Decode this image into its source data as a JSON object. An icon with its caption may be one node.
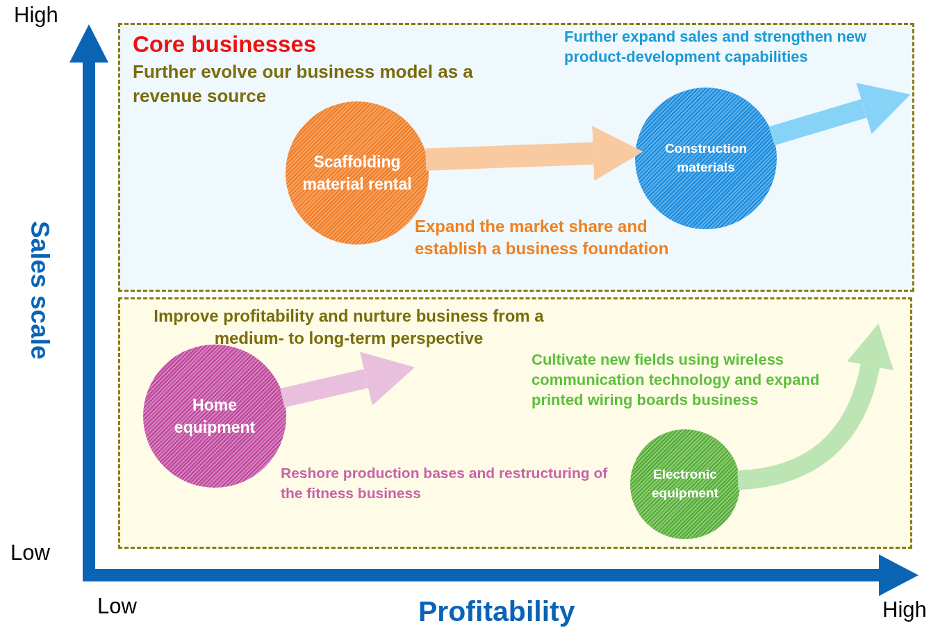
{
  "diagram": {
    "nodes": [
      {
        "text": [
          "Core businesses",
          "Further evolve our business model as a revenue source"
        ]
      },
      {
        "text": [
          "Scaffolding material rental"
        ],
        "in": 0
      },
      {
        "text": [
          "Construction materials"
        ],
        "in": 0
      },
      {
        "text": [
          "Improve profitability and nurture business from a medium- to long-term perspective"
        ]
      },
      {
        "text": [
          "Home equipment"
        ],
        "in": 3
      },
      {
        "text": [
          "Electronic equipment"
        ],
        "in": 3
      }
    ],
    "edges": [
      {
        "from": 1,
        "to": 2,
        "arrow": "to",
        "color": "#f9c9a0"
      },
      {
        "from": 2,
        "to": null,
        "arrow": "to",
        "color": "#87d3f8"
      },
      {
        "from": 4,
        "to": null,
        "arrow": "to",
        "color": "#e8c0dd"
      },
      {
        "from": 5,
        "to": null,
        "arrow": "to",
        "color": "#bde4b3"
      }
    ],
    "labels": [
      "High",
      "Further expand sales and strengthen new product-development capabilities",
      "Sales scale",
      "Expand the market share and establish a business foundation",
      "Cultivate new fields using wireless communication technology and expand printed wiring boards business",
      "Reshore production bases and restructuring of the fitness business",
      "Low",
      "Low",
      "Profitability",
      "High"
    ]
  }
}
